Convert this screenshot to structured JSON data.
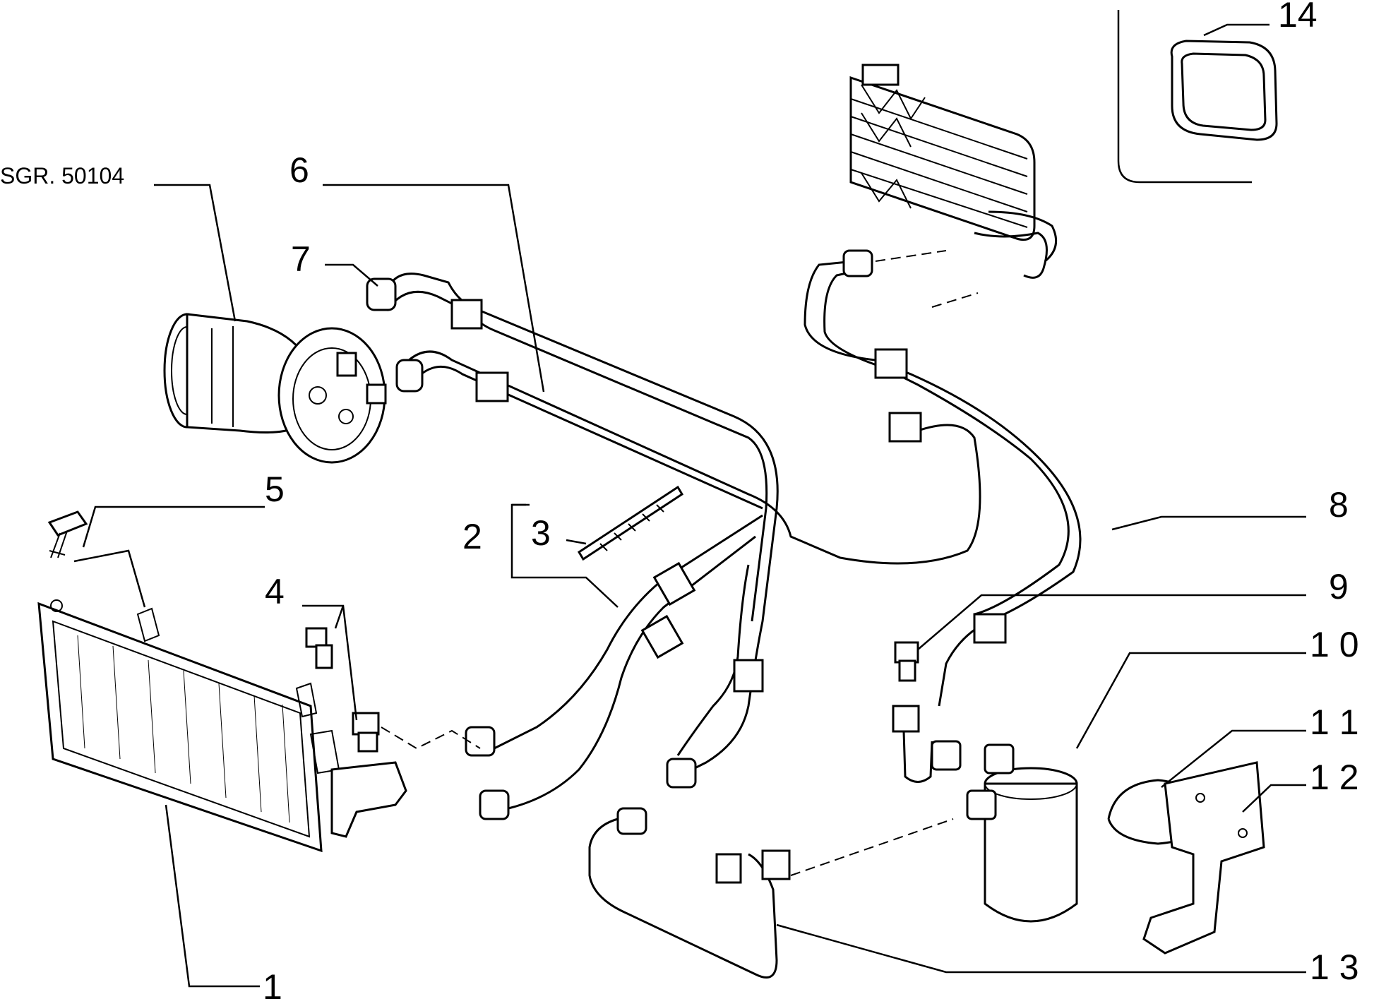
{
  "reference": "SGR. 50104",
  "callouts": [
    {
      "id": "1",
      "text": "1"
    },
    {
      "id": "2",
      "text": "2"
    },
    {
      "id": "3",
      "text": "3"
    },
    {
      "id": "4",
      "text": "4"
    },
    {
      "id": "5",
      "text": "5"
    },
    {
      "id": "6",
      "text": "6"
    },
    {
      "id": "7",
      "text": "7"
    },
    {
      "id": "8",
      "text": "8"
    },
    {
      "id": "9",
      "text": "9"
    },
    {
      "id": "10",
      "text": "1 0"
    },
    {
      "id": "11",
      "text": "1 1"
    },
    {
      "id": "12",
      "text": "1 2"
    },
    {
      "id": "13",
      "text": "1 3"
    },
    {
      "id": "14",
      "text": "14"
    }
  ]
}
